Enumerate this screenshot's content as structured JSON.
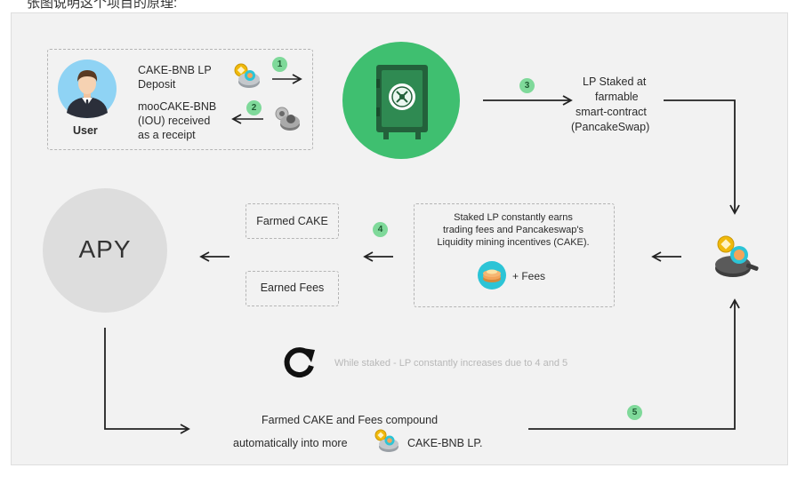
{
  "caption": "张图说明这个项目的原理:",
  "user": {
    "label": "User"
  },
  "deposit": {
    "line1": "CAKE-BNB LP",
    "line2": "Deposit"
  },
  "receipt": {
    "line1": "mooCAKE-BNB",
    "line2": "(IOU) received",
    "line3": "as a receipt"
  },
  "staked": {
    "line1": "LP Staked at",
    "line2": "farmable",
    "line3": "smart-contract",
    "line4": "(PancakeSwap)"
  },
  "earnings": {
    "line1": "Staked LP constantly earns",
    "line2": "trading fees and Pancakeswap's",
    "line3": "Liquidity mining incentives (CAKE).",
    "fees": "+ Fees"
  },
  "farmed_cake": "Farmed CAKE",
  "earned_fees": "Earned Fees",
  "apy": "APY",
  "loop_note": "While staked - LP constantly increases due to 4 and 5",
  "compound": {
    "line1": "Farmed CAKE and Fees compound",
    "line2a": "automatically into more",
    "line2b": "CAKE-BNB LP."
  },
  "steps": [
    "1",
    "2",
    "3",
    "4",
    "5"
  ],
  "colors": {
    "vault_green": "#3fbf70",
    "badge_green": "#7fd99a",
    "cake_orange": "#f0a830",
    "background": "#f2f2f2"
  },
  "icons": [
    "user-avatar-icon",
    "vault-icon",
    "lp-token-icon",
    "receipt-token-icon",
    "pancake-icon",
    "refresh-icon"
  ]
}
